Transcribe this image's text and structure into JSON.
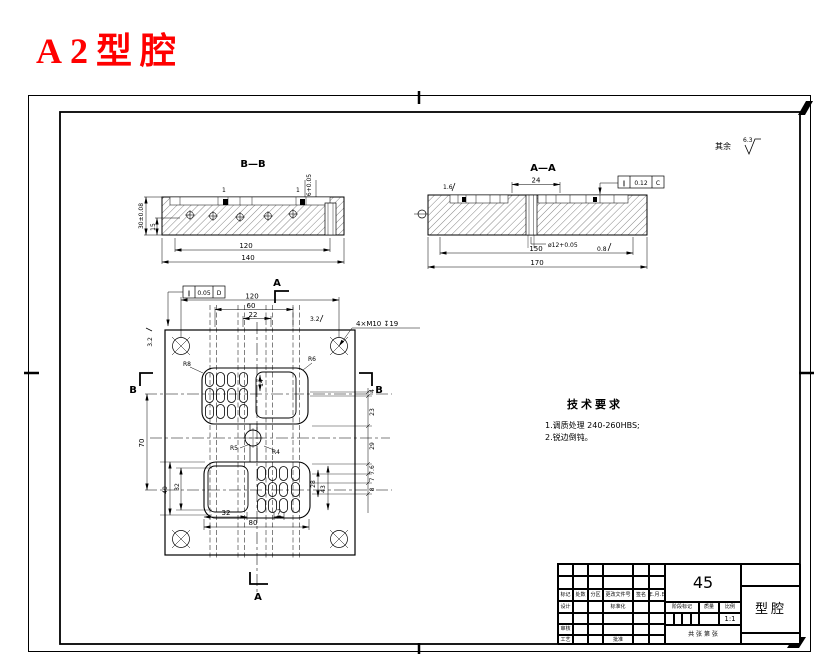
{
  "title": "A2型腔",
  "sections": {
    "bb": {
      "label": "B—B",
      "dim_width_inner": "120",
      "dim_width_outer": "140",
      "dim_height": "30±0.08",
      "dim_half": "15",
      "dim_depth": "6+0.05",
      "tick": "1"
    },
    "aa": {
      "label": "A—A",
      "dim_top": "24",
      "dim_inner": "150",
      "dim_outer": "170",
      "hole": "ø12+0.05",
      "rough_left": "1.6",
      "rough_right": "0.8",
      "fcf_sym": "∥",
      "fcf_val": "0.12",
      "fcf_datum": "C"
    }
  },
  "plan": {
    "dim_top_1": "120",
    "dim_top_2": "60",
    "dim_top_3": "22",
    "dim_bottom_1": "80",
    "dim_bottom_2": "32",
    "dim_bottom_3": "7",
    "dim_left_1": "70",
    "dim_left_2": "40",
    "dim_left_3": "32",
    "dim_right_1": "4",
    "dim_right_2": "23",
    "dim_right_3": "29",
    "dim_right_4": "7.6",
    "dim_right_5": "7",
    "dim_right_6": "8",
    "dim_in_1": "28",
    "dim_in_2": "43",
    "dim_in_3": "14",
    "radius_1": "R8",
    "radius_2": "R6",
    "radius_3": "R5",
    "radius_4": "R4",
    "rough": "3.2",
    "holes_note": "4×M10 ↧19",
    "fcf_sym": "∥",
    "fcf_val": "0.05",
    "fcf_datum": "D",
    "arrow_a": "A",
    "arrow_b": "B"
  },
  "notes": {
    "rest_label": "其余",
    "rest_value": "6.3",
    "tech_title": "技术要求",
    "tech_line1": "1.调质处理 240-260HBS;",
    "tech_line2": "2.锐边倒钝。"
  },
  "title_block": {
    "material": "45",
    "part_name": "型腔",
    "scale_value": "1:1",
    "col_mark": "标记",
    "col_count": "处数",
    "col_zone": "分区",
    "col_doc": "更改文件号",
    "col_sign": "签名",
    "col_date": "年.月.日",
    "row_design": "设计",
    "row_std": "标准化",
    "row_check": "审核",
    "row_process": "工艺",
    "row_approve": "批准",
    "stage": "阶段标记",
    "weight": "质量",
    "scale_label": "比例",
    "sheet": "共 张  第 张"
  }
}
